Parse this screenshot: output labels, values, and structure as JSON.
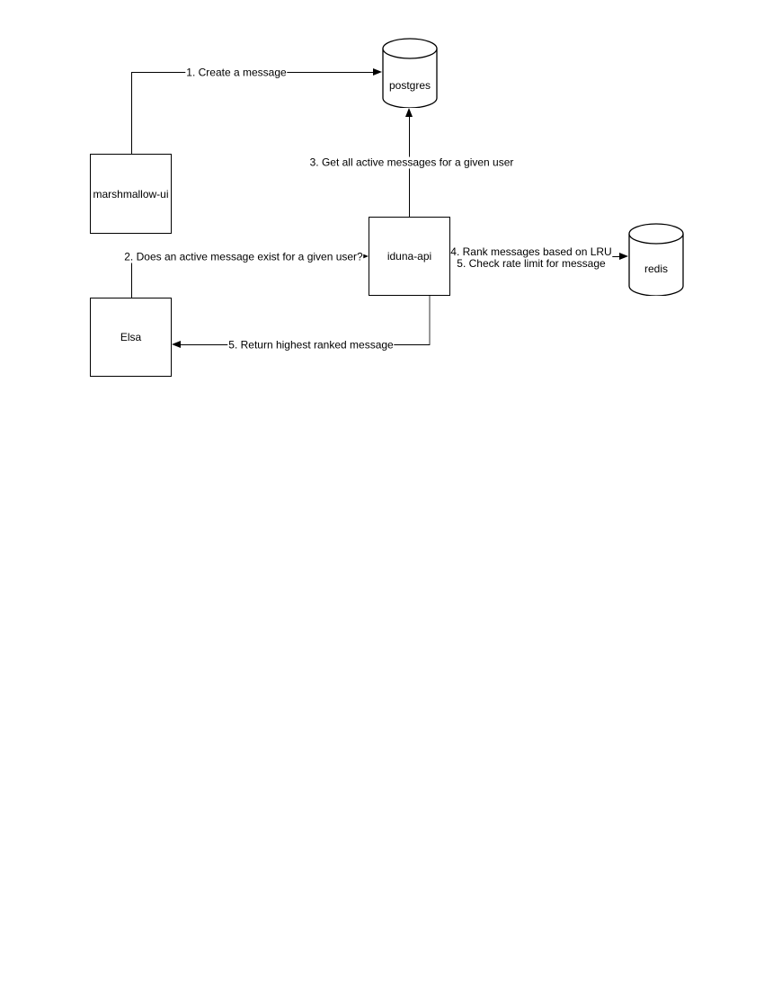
{
  "diagram": {
    "nodes": {
      "marshmallow_ui": {
        "label": "marshmallow-ui",
        "shape": "rectangle"
      },
      "elsa": {
        "label": "Elsa",
        "shape": "rectangle"
      },
      "iduna_api": {
        "label": "iduna-api",
        "shape": "rectangle"
      },
      "postgres": {
        "label": "postgres",
        "shape": "database-cylinder"
      },
      "redis": {
        "label": "redis",
        "shape": "database-cylinder"
      }
    },
    "edge_labels": {
      "create_message": "1. Create a message",
      "active_message_exists": "2. Does an active message exist for a given user?",
      "get_active_messages": "3. Get all active messages for a given user",
      "rank_messages": "4. Rank messages based on LRU",
      "check_rate_limit": "5. Check rate limit for message",
      "return_highest_ranked": "5. Return highest ranked message"
    },
    "colors": {
      "line": "#000000",
      "secondary_line": "#999999",
      "node_fill": "#ffffff",
      "text": "#000000",
      "background": "#ffffff"
    }
  }
}
